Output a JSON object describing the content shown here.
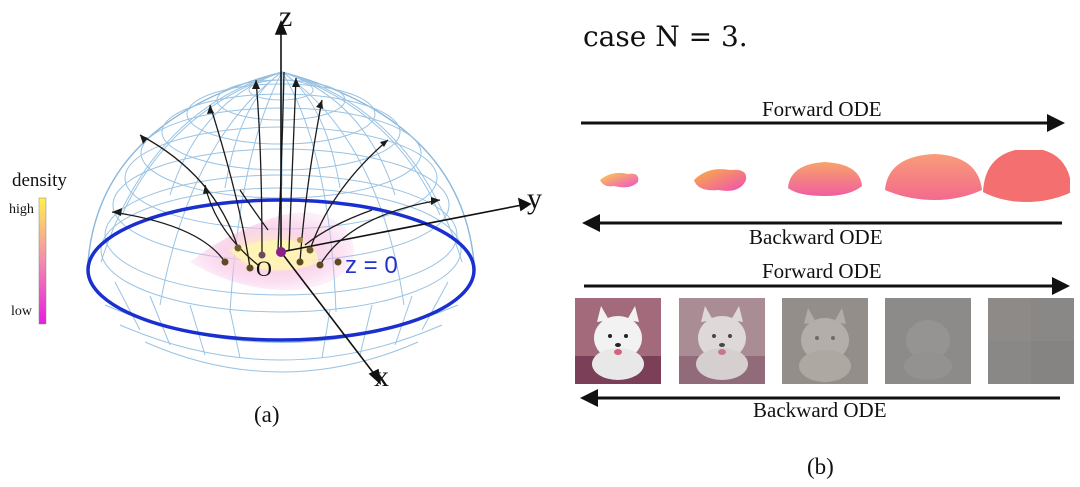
{
  "panel_a": {
    "caption": "(a)",
    "axis_labels": {
      "z": "z",
      "y": "y",
      "x": "x"
    },
    "origin_label": "O",
    "plane_label": "z = 0",
    "legend": {
      "title": "density",
      "high": "high",
      "low": "low"
    },
    "colors": {
      "hemisphere_mesh": "#7fb4d8",
      "rim": "#1a2fcf",
      "plane_label": "#2233cc",
      "density_high": "#fff04a",
      "density_low": "#e51ee0"
    }
  },
  "panel_b": {
    "header_text": "case N = 3.",
    "caption": "(b)",
    "row1": {
      "forward_label": "Forward ODE",
      "backward_label": "Backward ODE"
    },
    "row2": {
      "forward_label": "Forward ODE",
      "backward_label": "Backward ODE"
    }
  }
}
